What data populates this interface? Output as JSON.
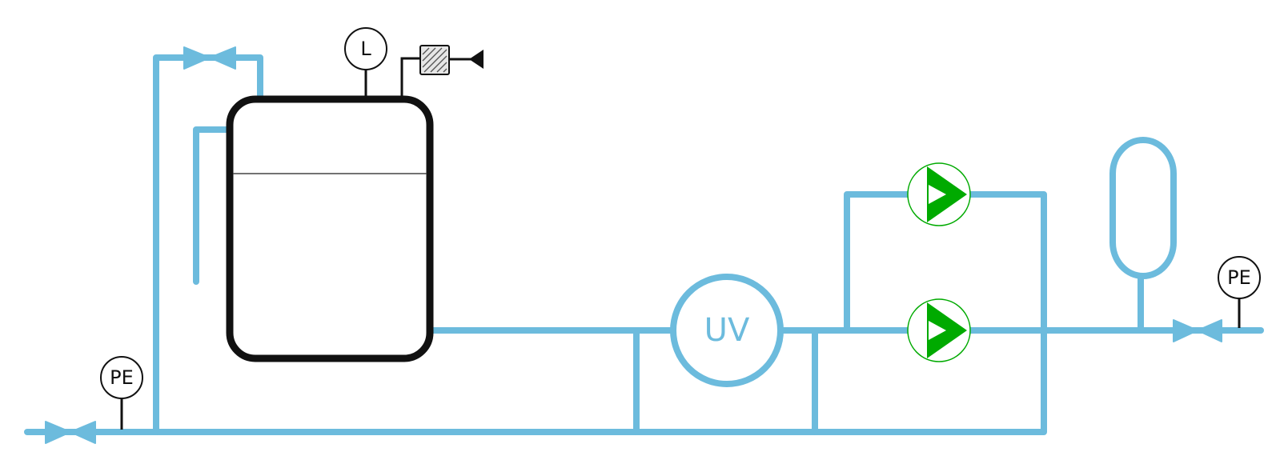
{
  "instruments": {
    "tank_level": "L",
    "inlet_pressure": "PE",
    "outlet_pressure": "PE"
  },
  "uv_unit": "UV",
  "colors": {
    "pipe": "#6cbbdd",
    "pump": "#00aa00",
    "outline": "#111111"
  },
  "icons": {
    "valve": "gate-valve-icon",
    "pump": "centrifugal-pump-icon",
    "filter": "air-filter-icon",
    "vessel": "expansion-vessel-icon"
  }
}
